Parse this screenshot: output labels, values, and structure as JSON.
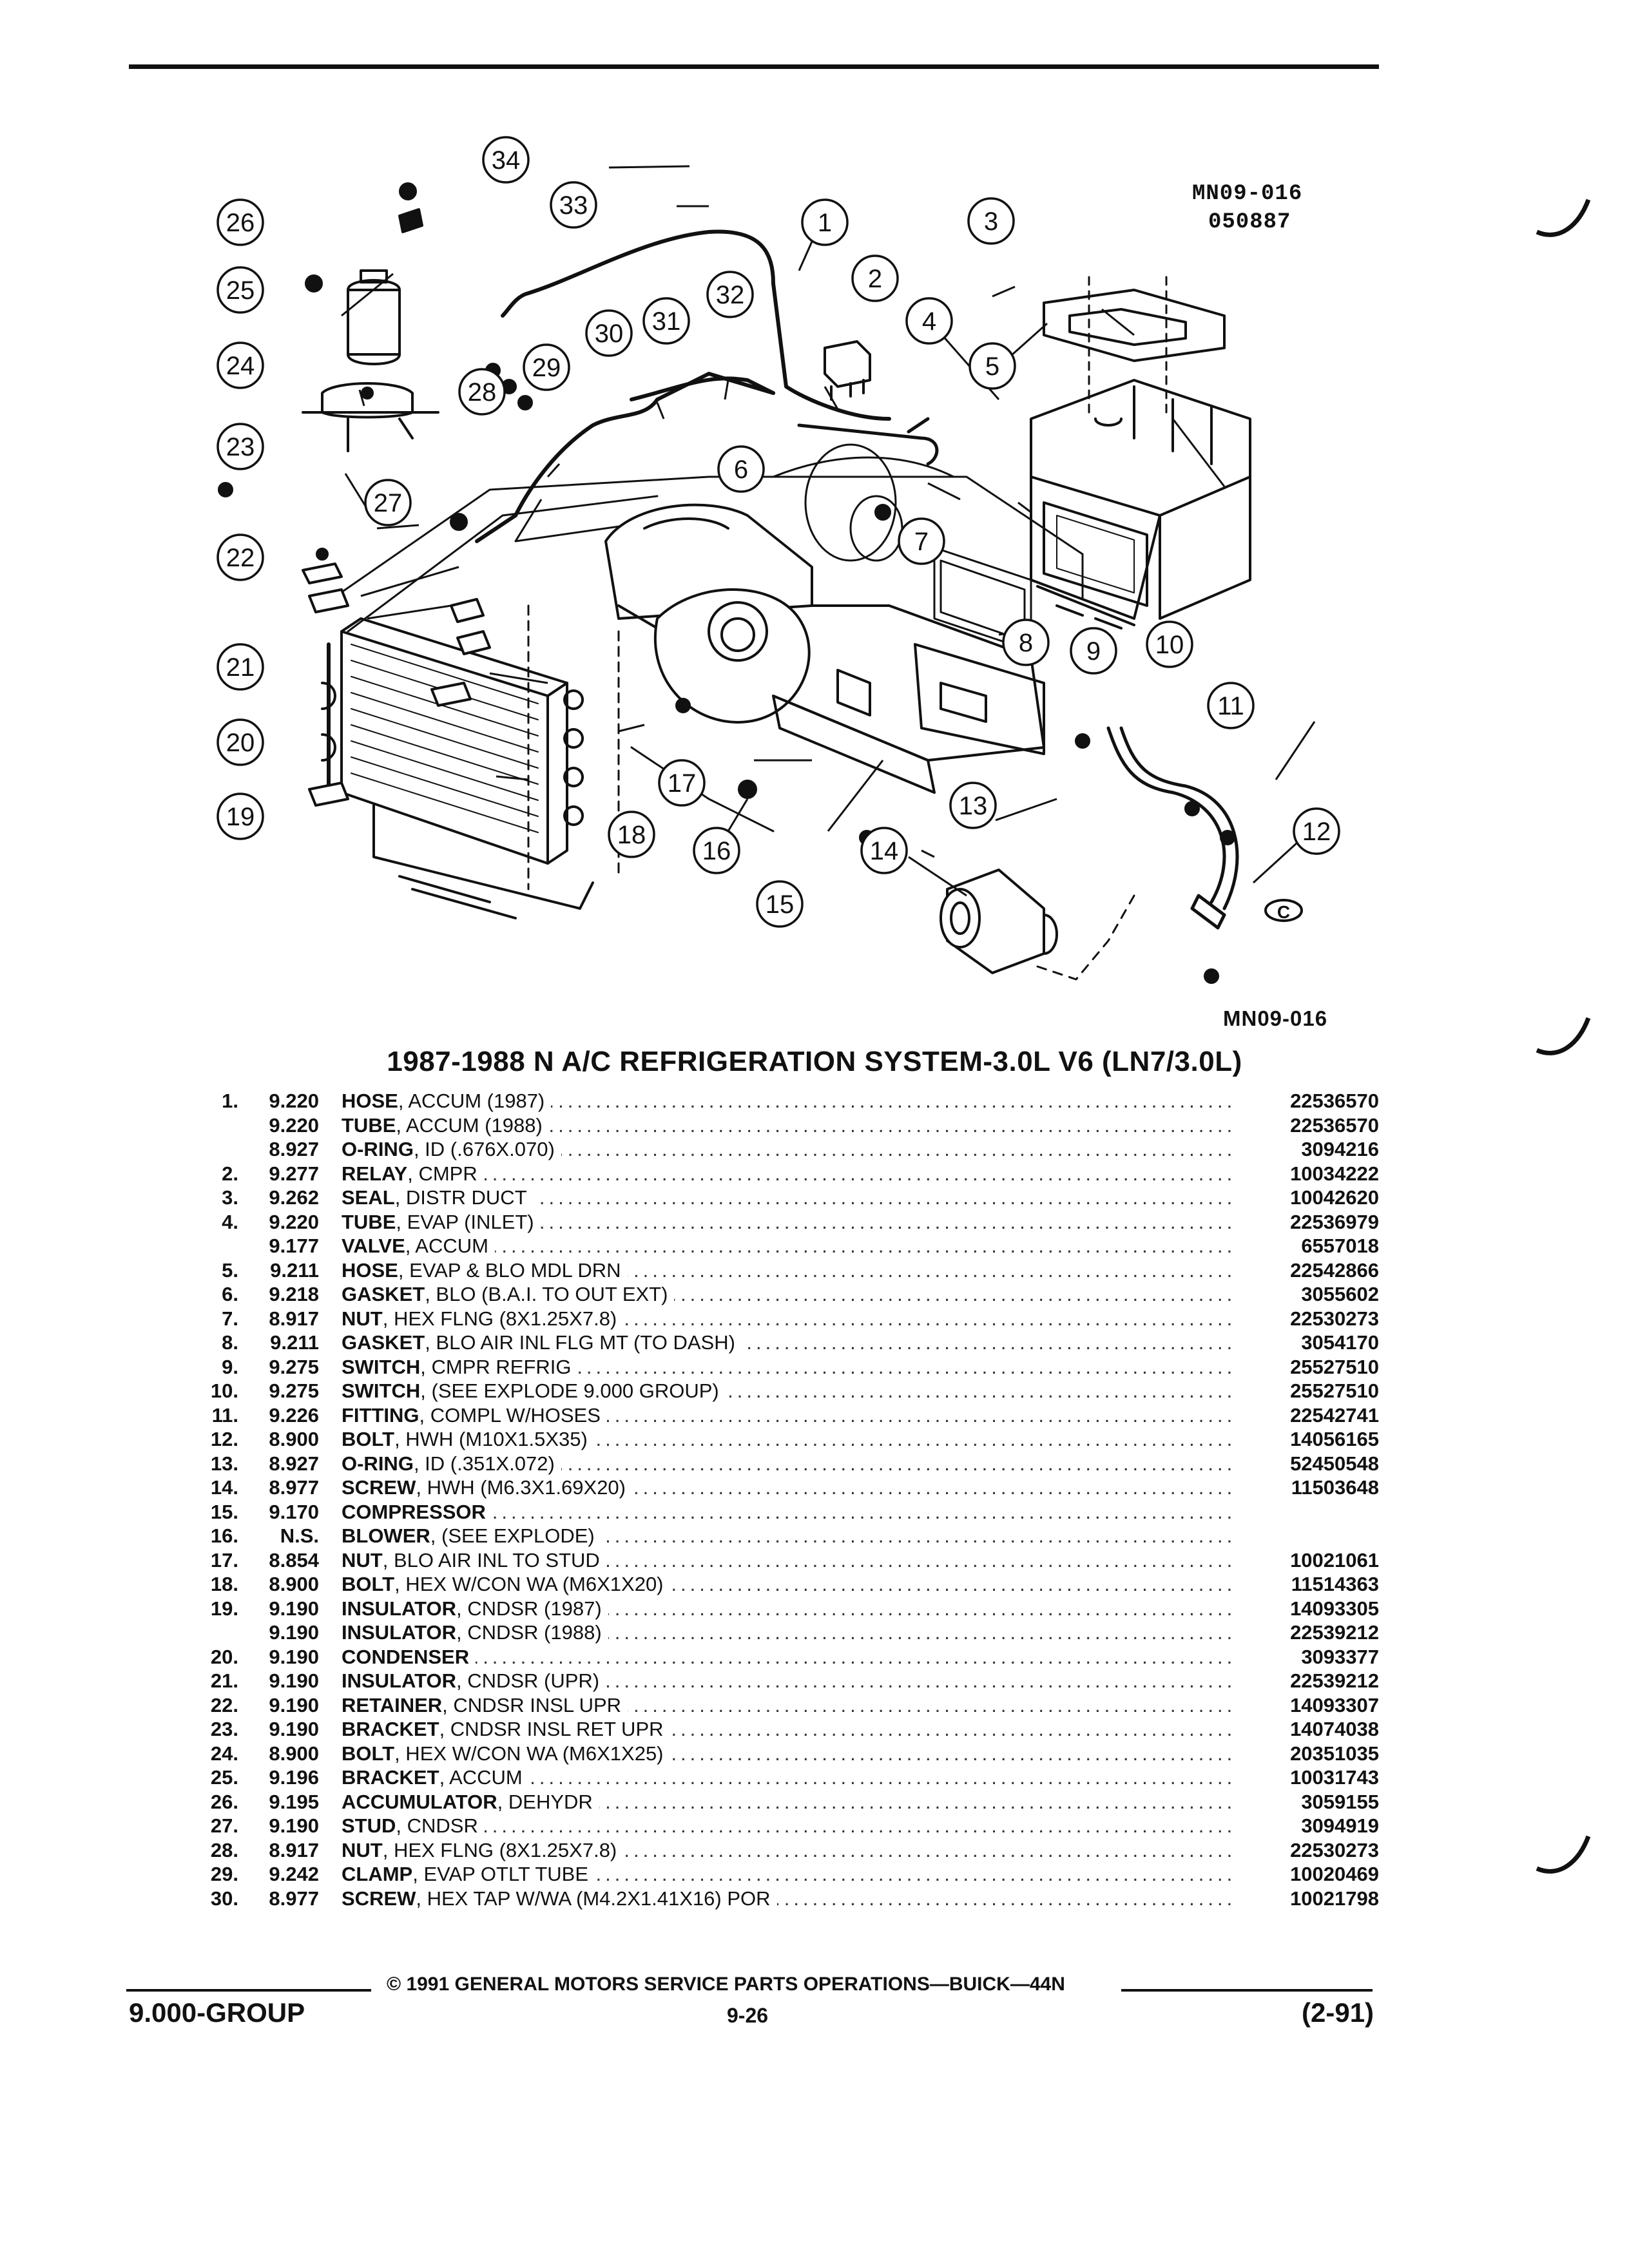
{
  "header": {
    "figure_code_top": "MN09-016",
    "figure_date": "050887",
    "figure_code_bottom": "MN09-016"
  },
  "diagram": {
    "callouts": [
      "1",
      "2",
      "3",
      "4",
      "5",
      "6",
      "7",
      "8",
      "9",
      "10",
      "11",
      "12",
      "13",
      "14",
      "15",
      "16",
      "17",
      "18",
      "19",
      "20",
      "21",
      "22",
      "23",
      "24",
      "25",
      "26",
      "27",
      "28",
      "29",
      "30",
      "31",
      "32",
      "33",
      "34"
    ],
    "mark": "C"
  },
  "title": "1987-1988 N A/C REFRIGERATION SYSTEM-3.0L V6 (LN7/3.0L)",
  "parts": [
    {
      "num": "1.",
      "group": "9.220",
      "name": "HOSE",
      "detail": ", ACCUM (1987)",
      "part": "22536570"
    },
    {
      "num": "",
      "group": "9.220",
      "name": "TUBE",
      "detail": ", ACCUM (1988)",
      "part": "22536570"
    },
    {
      "num": "",
      "group": "8.927",
      "name": "O-RING",
      "detail": ", ID (.676X.070)",
      "part": "3094216"
    },
    {
      "num": "2.",
      "group": "9.277",
      "name": "RELAY",
      "detail": ", CMPR",
      "part": "10034222"
    },
    {
      "num": "3.",
      "group": "9.262",
      "name": "SEAL",
      "detail": ", DISTR DUCT",
      "part": "10042620"
    },
    {
      "num": "4.",
      "group": "9.220",
      "name": "TUBE",
      "detail": ", EVAP (INLET)",
      "part": "22536979"
    },
    {
      "num": "",
      "group": "9.177",
      "name": "VALVE",
      "detail": ", ACCUM",
      "part": "6557018"
    },
    {
      "num": "5.",
      "group": "9.211",
      "name": "HOSE",
      "detail": ", EVAP & BLO MDL DRN",
      "part": "22542866"
    },
    {
      "num": "6.",
      "group": "9.218",
      "name": "GASKET",
      "detail": ", BLO (B.A.I. TO OUT EXT)",
      "part": "3055602"
    },
    {
      "num": "7.",
      "group": "8.917",
      "name": "NUT",
      "detail": ", HEX FLNG (8X1.25X7.8)",
      "part": "22530273"
    },
    {
      "num": "8.",
      "group": "9.211",
      "name": "GASKET",
      "detail": ", BLO AIR INL FLG MT (TO DASH)",
      "part": "3054170"
    },
    {
      "num": "9.",
      "group": "9.275",
      "name": "SWITCH",
      "detail": ", CMPR REFRIG",
      "part": "25527510"
    },
    {
      "num": "10.",
      "group": "9.275",
      "name": "SWITCH",
      "detail": ", (SEE EXPLODE 9.000 GROUP)",
      "part": "25527510"
    },
    {
      "num": "11.",
      "group": "9.226",
      "name": "FITTING",
      "detail": ", COMPL W/HOSES",
      "part": "22542741"
    },
    {
      "num": "12.",
      "group": "8.900",
      "name": "BOLT",
      "detail": ", HWH (M10X1.5X35)",
      "part": "14056165"
    },
    {
      "num": "13.",
      "group": "8.927",
      "name": "O-RING",
      "detail": ", ID (.351X.072)",
      "part": "52450548"
    },
    {
      "num": "14.",
      "group": "8.977",
      "name": "SCREW",
      "detail": ", HWH (M6.3X1.69X20)",
      "part": "11503648"
    },
    {
      "num": "15.",
      "group": "9.170",
      "name": "COMPRESSOR",
      "detail": "",
      "part": ""
    },
    {
      "num": "16.",
      "group": "N.S.",
      "name": "BLOWER",
      "detail": ", (SEE EXPLODE)",
      "part": ""
    },
    {
      "num": "17.",
      "group": "8.854",
      "name": "NUT",
      "detail": ", BLO AIR INL TO STUD",
      "part": "10021061"
    },
    {
      "num": "18.",
      "group": "8.900",
      "name": "BOLT",
      "detail": ", HEX W/CON WA (M6X1X20)",
      "part": "11514363"
    },
    {
      "num": "19.",
      "group": "9.190",
      "name": "INSULATOR",
      "detail": ", CNDSR (1987)",
      "part": "14093305"
    },
    {
      "num": "",
      "group": "9.190",
      "name": "INSULATOR",
      "detail": ", CNDSR (1988)",
      "part": "22539212"
    },
    {
      "num": "20.",
      "group": "9.190",
      "name": "CONDENSER",
      "detail": "",
      "part": "3093377"
    },
    {
      "num": "21.",
      "group": "9.190",
      "name": "INSULATOR",
      "detail": ", CNDSR (UPR)",
      "part": "22539212"
    },
    {
      "num": "22.",
      "group": "9.190",
      "name": "RETAINER",
      "detail": ", CNDSR INSL UPR",
      "part": "14093307"
    },
    {
      "num": "23.",
      "group": "9.190",
      "name": "BRACKET",
      "detail": ", CNDSR INSL RET UPR",
      "part": "14074038"
    },
    {
      "num": "24.",
      "group": "8.900",
      "name": "BOLT",
      "detail": ", HEX W/CON WA (M6X1X25)",
      "part": "20351035"
    },
    {
      "num": "25.",
      "group": "9.196",
      "name": "BRACKET",
      "detail": ", ACCUM",
      "part": "10031743"
    },
    {
      "num": "26.",
      "group": "9.195",
      "name": "ACCUMULATOR",
      "detail": ", DEHYDR",
      "part": "3059155"
    },
    {
      "num": "27.",
      "group": "9.190",
      "name": "STUD",
      "detail": ", CNDSR",
      "part": "3094919"
    },
    {
      "num": "28.",
      "group": "8.917",
      "name": "NUT",
      "detail": ", HEX FLNG (8X1.25X7.8)",
      "part": "22530273"
    },
    {
      "num": "29.",
      "group": "9.242",
      "name": "CLAMP",
      "detail": ", EVAP OTLT TUBE",
      "part": "10020469"
    },
    {
      "num": "30.",
      "group": "8.977",
      "name": "SCREW",
      "detail": ", HEX TAP W/WA (M4.2X1.41X16) POR",
      "part": "10021798"
    }
  ],
  "footer": {
    "copyright": "© 1991 GENERAL MOTORS SERVICE PARTS OPERATIONS—BUICK—44N",
    "group": "9.000-GROUP",
    "page": "9-26",
    "revision": "(2-91)"
  }
}
